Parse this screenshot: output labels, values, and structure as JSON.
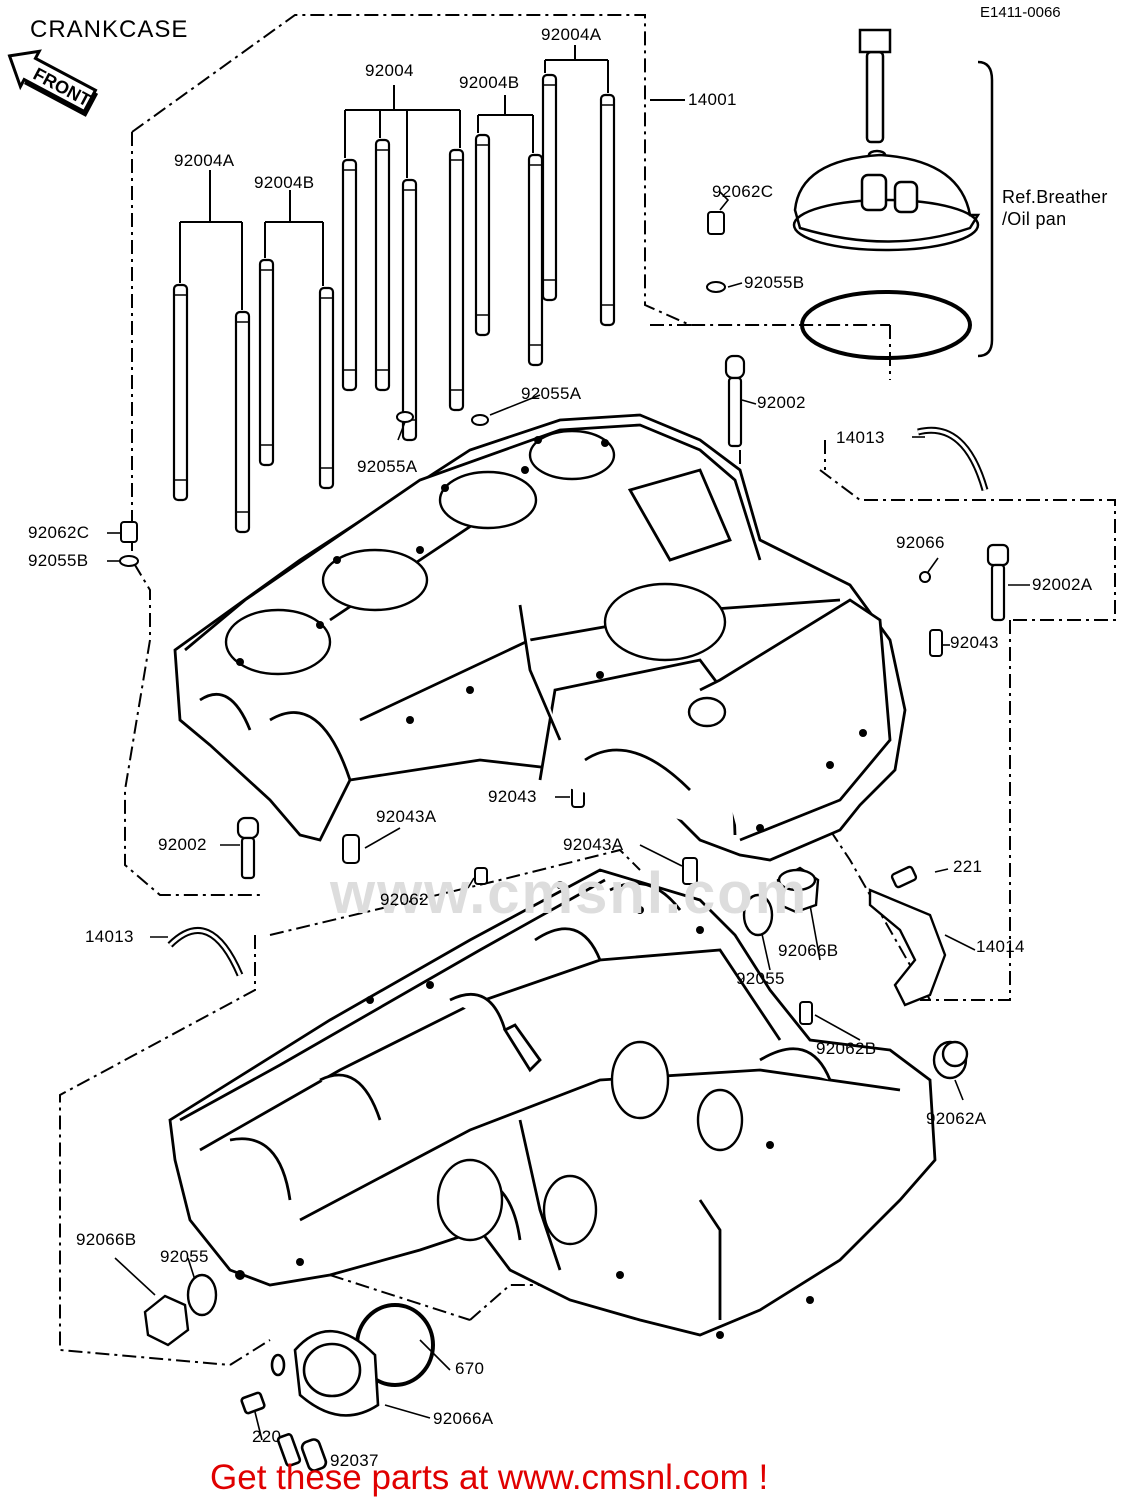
{
  "title": "CRANKCASE",
  "code": "E1411-0066",
  "front_label": "FRONT",
  "watermark": "www.cmsnl.com",
  "footer": "Get these parts at www.cmsnl.com !",
  "labels": {
    "l92004": "92004",
    "l92004A_top": "92004A",
    "l92004B_top": "92004B",
    "l92004A_left": "92004A",
    "l92004B_left": "92004B",
    "l14001": "14001",
    "l92062C_top": "92062C",
    "l92055B_top": "92055B",
    "ref_line1": "Ref.Breather",
    "ref_line2": "/Oil pan",
    "l92055A_top": "92055A",
    "l92002_top": "92002",
    "l92055A_mid": "92055A",
    "l14013_top": "14013",
    "l92062C_left": "92062C",
    "l92055B_left": "92055B",
    "l92066": "92066",
    "l92002A": "92002A",
    "l92043": "92043",
    "l92043_mid": "92043",
    "l92043A_left": "92043A",
    "l92002_left": "92002",
    "l92043A_right": "92043A",
    "l92062": "92062",
    "l221": "221",
    "l14014": "14014",
    "l14013_left": "14013",
    "l92066B_right": "92066B",
    "l92055_right": "92055",
    "l92062B": "92062B",
    "l92062A": "92062A",
    "l92066B_left": "92066B",
    "l92055_left": "92055",
    "l670": "670",
    "l92066A": "92066A",
    "l220": "220",
    "l92037": "92037"
  }
}
